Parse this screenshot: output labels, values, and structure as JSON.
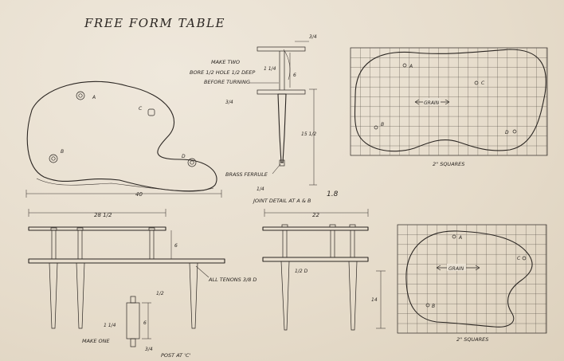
{
  "title": "FREE FORM TABLE",
  "top_view": {
    "points": [
      "A",
      "B",
      "C",
      "D"
    ],
    "width_dim": "40"
  },
  "joint_detail": {
    "notes": [
      "MAKE TWO",
      "BORE 1/2 HOLE 1/2 DEEP",
      "BEFORE TURNING"
    ],
    "dim_top": "3/4",
    "dim_a": "1 1/4",
    "dim_b": "6",
    "dim_c": "3/4",
    "dim_leg": "15 1/2",
    "ferrule_note": "BRASS FERRULE",
    "dim_bottom": "1/4",
    "caption": "JOINT DETAIL AT A & B"
  },
  "front_view": {
    "width_dim": "28 1/2",
    "height_dim": "6"
  },
  "side_view": {
    "width_dim": "22",
    "tenon_dim": "1/2 D"
  },
  "tenon_note": "ALL TENONS 3/8 D",
  "post_detail": {
    "dim_top": "1/2",
    "dim_a": "1 1/4",
    "dim_b": "6",
    "dim_c": "3/4",
    "make": "MAKE ONE",
    "caption": "POST AT 'C'"
  },
  "grid_top": {
    "points": [
      "A",
      "C",
      "B",
      "D"
    ],
    "grain": "GRAIN",
    "caption": "2\" SQUARES"
  },
  "grid_bottom": {
    "points": [
      "A",
      "C",
      "B"
    ],
    "grain": "GRAIN",
    "caption": "2\" SQUARES",
    "height_dim": "14"
  }
}
